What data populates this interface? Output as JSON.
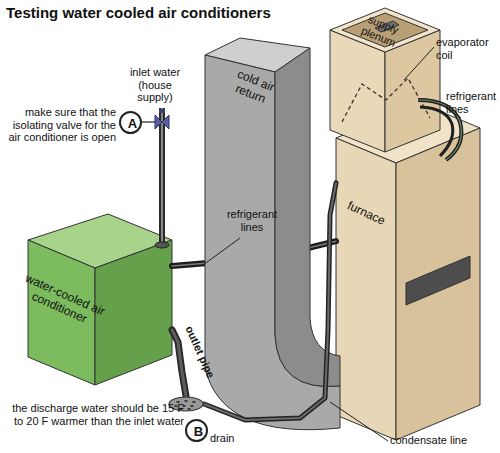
{
  "diagram": {
    "title": "Testing water cooled air conditioners",
    "nodes": [
      {
        "text": [
          "supply plenum"
        ]
      },
      {
        "text": [
          "furnace"
        ]
      },
      {
        "text": [
          "cold air return"
        ]
      },
      {
        "text": [
          "water-cooled air conditioner"
        ]
      },
      {
        "text": [
          "A"
        ]
      },
      {
        "text": [
          "B"
        ]
      },
      {
        "text": [
          "drain"
        ]
      }
    ],
    "edges": [
      {
        "from": 3,
        "to": 6,
        "label": "outlet pipe",
        "arrow": "none"
      },
      {
        "from": 1,
        "to": 6,
        "arrow": "none"
      },
      {
        "from": 3,
        "to": 1,
        "arrow": "none"
      }
    ],
    "labels": [
      "evaporator coil",
      "refrigerant lines",
      "inlet water (house supply)",
      "make sure that the isolating valve for the air conditioner is open",
      "refrigerant lines",
      "the discharge water should be 15 F to 20 F warmer than the inlet water",
      "condensate line"
    ]
  }
}
